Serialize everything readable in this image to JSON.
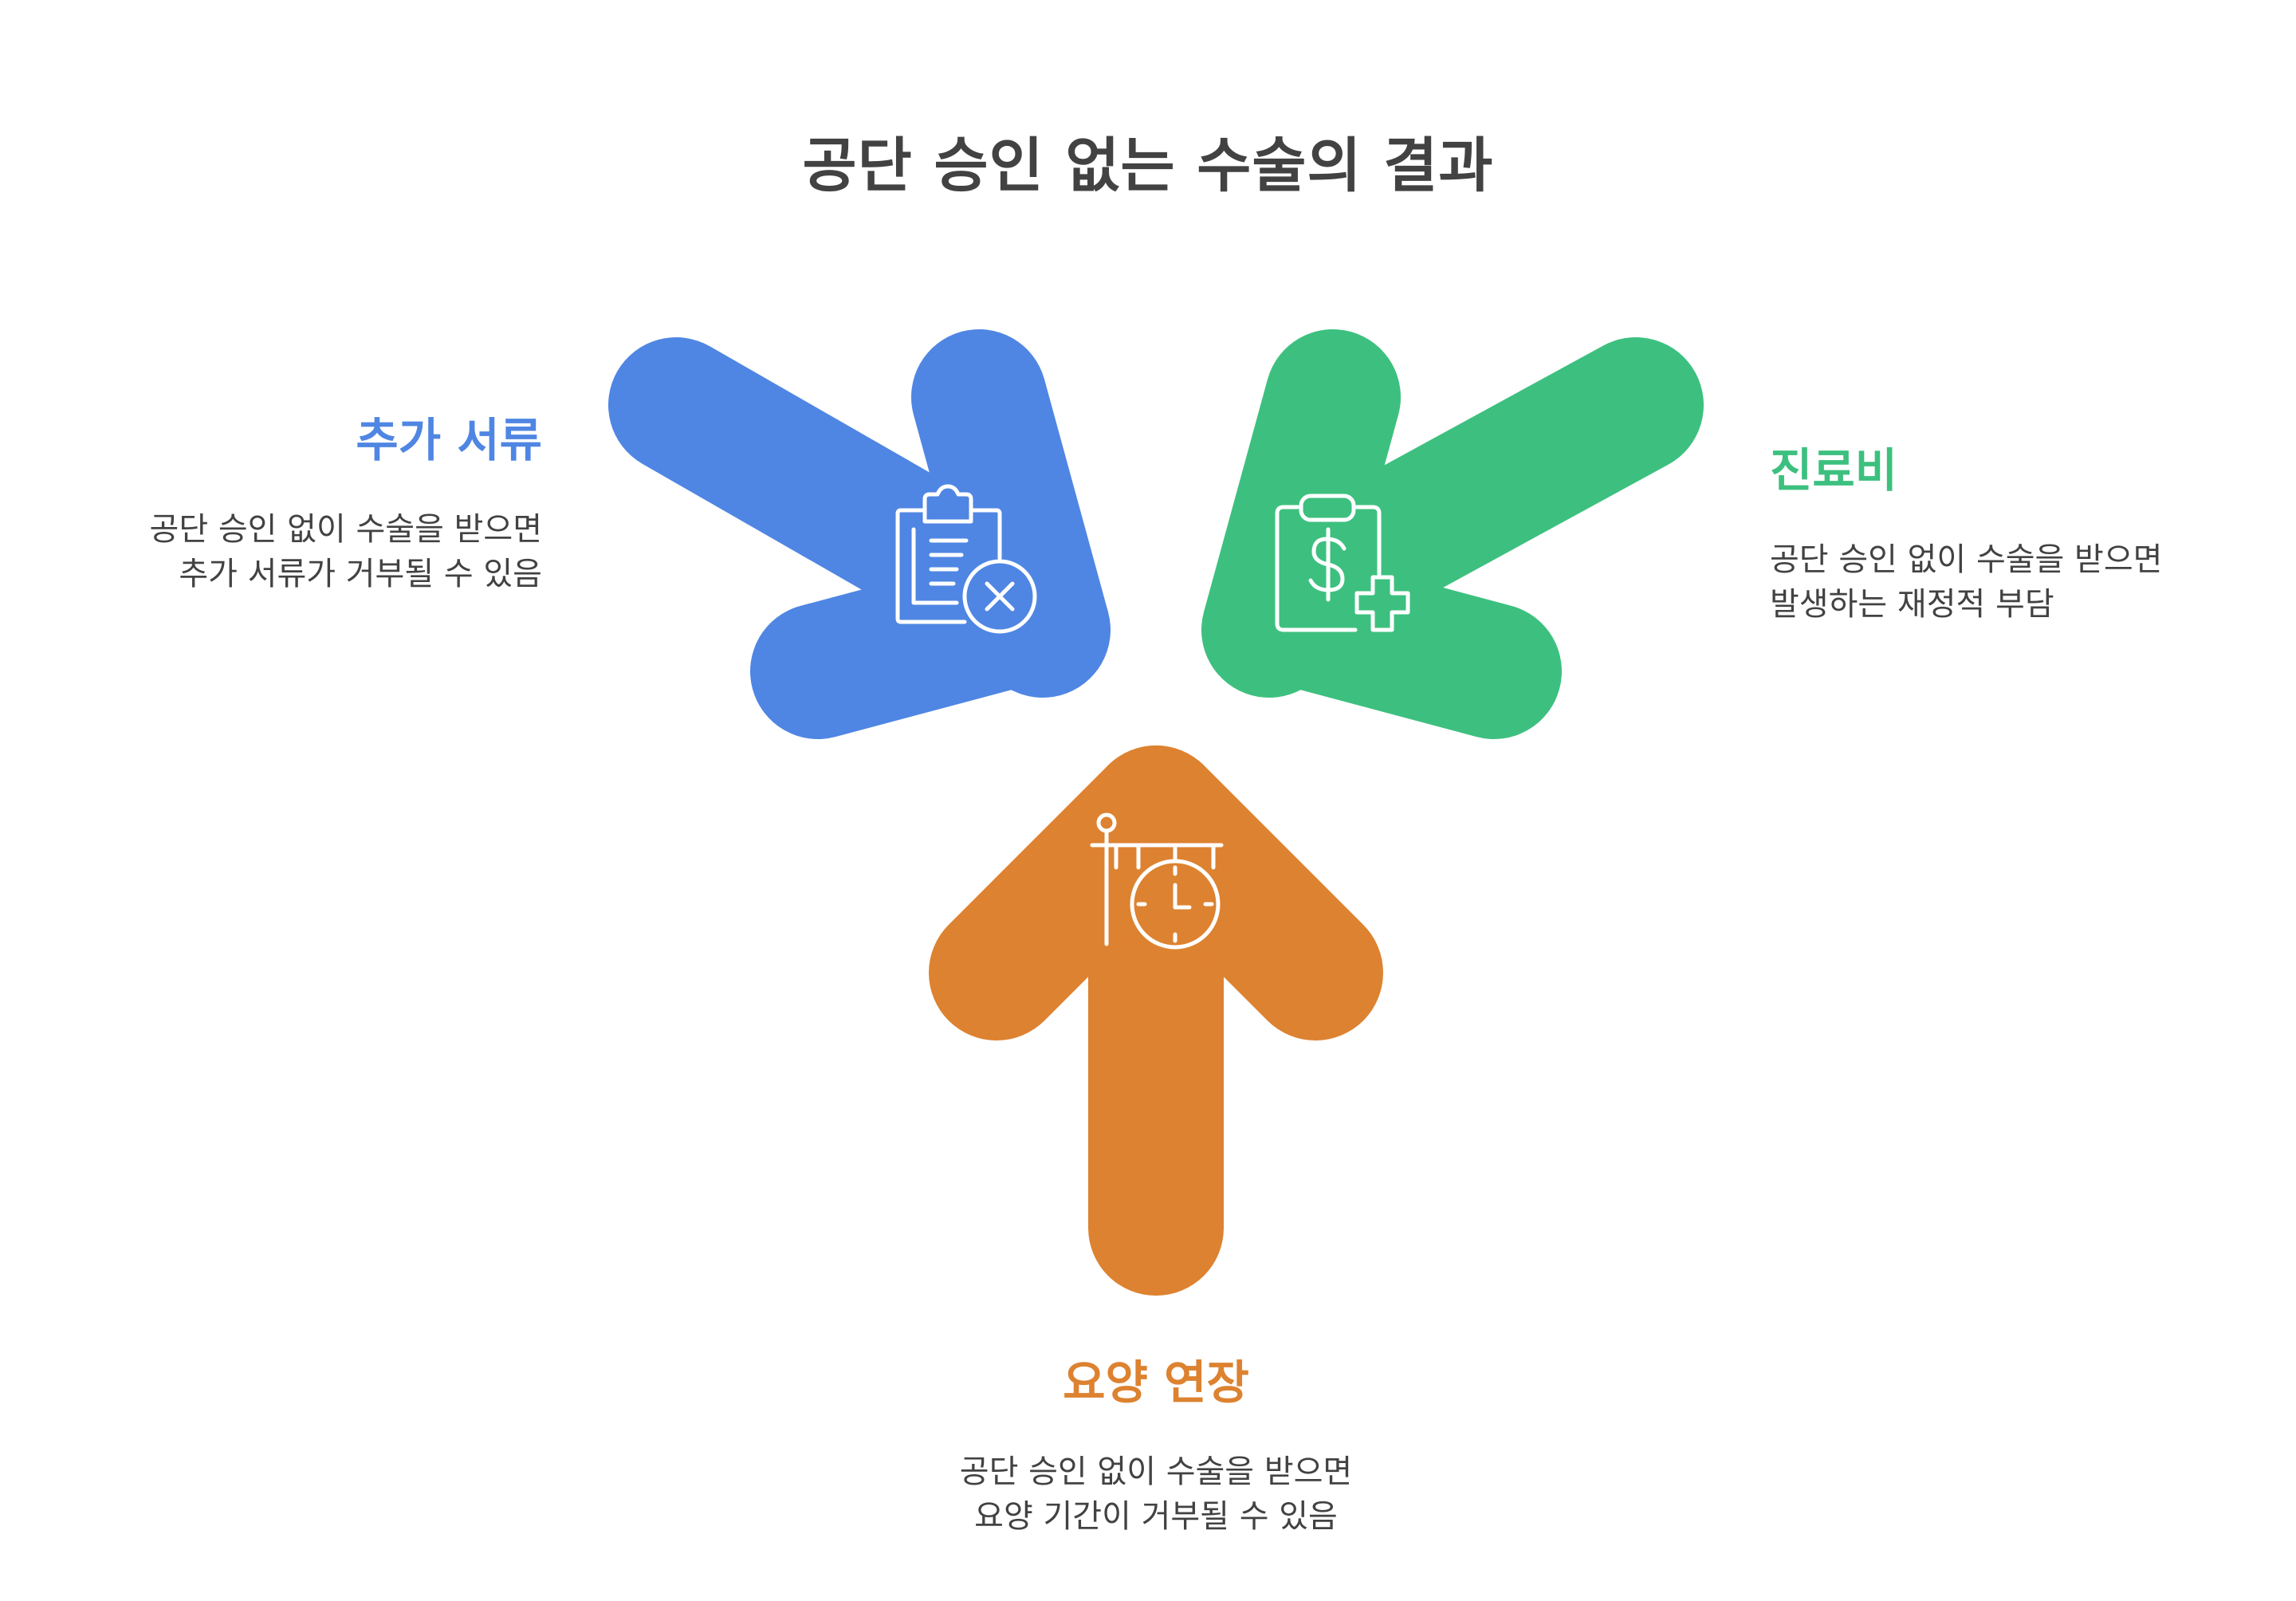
{
  "title": "공단 승인 없는 수술의 결과",
  "items": [
    {
      "title": "추가 서류",
      "description": "공단 승인 없이 수술을 받으면 추가 서류가 거부될 수 있음",
      "color": "#4f86e3",
      "icon": "clipboard-x-icon"
    },
    {
      "title": "진료비",
      "description": "공단 승인 없이 수술을 받으면 발생하는 재정적 부담",
      "color": "#3dc07f",
      "icon": "clipboard-dollar-plus-icon"
    },
    {
      "title": "요양 연장",
      "description": "공단 승인 없이 수술을 받으면 요양 기간이 거부될 수 있음",
      "color": "#dd8230",
      "icon": "hanging-clock-sign-icon"
    }
  ]
}
